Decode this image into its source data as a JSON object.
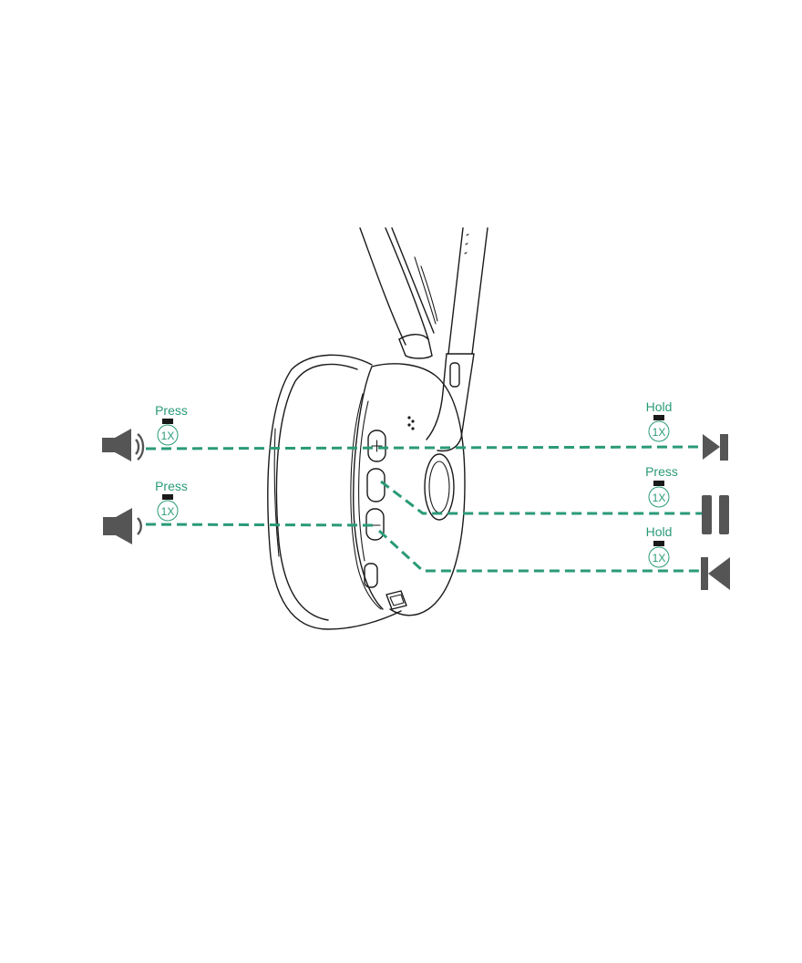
{
  "colors": {
    "accent": "#2a9a78",
    "icon": "#555555",
    "ink": "#1a1a1a",
    "background": "#ffffff"
  },
  "controls": [
    {
      "name": "volume-up",
      "action": "Press",
      "count": "1X",
      "icon": "volume-up-icon",
      "button": "plus-button"
    },
    {
      "name": "volume-down",
      "action": "Press",
      "count": "1X",
      "icon": "volume-down-icon",
      "button": "minus-button"
    },
    {
      "name": "next-track",
      "action": "Hold",
      "count": "1X",
      "icon": "next-track-icon",
      "button": "plus-button"
    },
    {
      "name": "play-pause",
      "action": "Press",
      "count": "1X",
      "icon": "pause-icon",
      "button": "multifunction-button"
    },
    {
      "name": "previous-track",
      "action": "Hold",
      "count": "1X",
      "icon": "previous-track-icon",
      "button": "minus-button"
    }
  ]
}
